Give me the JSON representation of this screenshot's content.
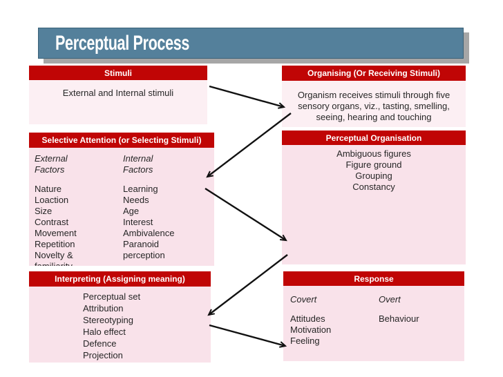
{
  "title_bar": {
    "title": "Perceptual Process"
  },
  "boxes": {
    "stimuli": {
      "header": "Stimuli",
      "body": "External and Internal stimuli"
    },
    "organising": {
      "header": "Organising (Or Receiving Stimuli)",
      "body": "Organism receives stimuli through five\nsensory organs, viz., tasting, smelling,\nseeing, hearing and touching"
    },
    "selective_attention": {
      "header": "Selective Attention (or Selecting Stimuli)",
      "external_title": "External\nFactors",
      "external_list": "Nature\nLoaction\nSize\nContrast\nMovement\nRepetition\nNovelty &\nfamiliarity",
      "internal_title": "Internal\nFactors",
      "internal_list": "Learning\nNeeds\nAge\nInterest\nAmbivalence\nParanoid\nperception"
    },
    "perceptual_organisation": {
      "header": "Perceptual Organisation",
      "body": "Ambiguous figures\nFigure ground\nGrouping\nConstancy"
    },
    "interpreting": {
      "header": "Interpreting (Assigning meaning)",
      "body": "Perceptual set\nAttribution\nStereotyping\nHalo effect\nDefence\nProjection"
    },
    "response": {
      "header": "Response",
      "covert_title": "Covert",
      "covert_list": "Attitudes\nMotivation\nFeeling",
      "overt_title": "Overt",
      "overt_list": "Behaviour"
    }
  },
  "arrows": [
    {
      "from": "stimuli",
      "to": "organising"
    },
    {
      "from": "organising",
      "to": "selective_attention"
    },
    {
      "from": "selective_attention",
      "to": "perceptual_organisation"
    },
    {
      "from": "perceptual_organisation",
      "to": "interpreting"
    },
    {
      "from": "interpreting",
      "to": "response"
    }
  ],
  "colors": {
    "header_red": "#c00505",
    "body_pink": "#f9e2ea",
    "body_pink_light": "#fceff3",
    "title_teal": "#54809b",
    "title_shadow_gray": "#a6a6a6",
    "arrow_black": "#111111",
    "text_dark": "#262626"
  }
}
